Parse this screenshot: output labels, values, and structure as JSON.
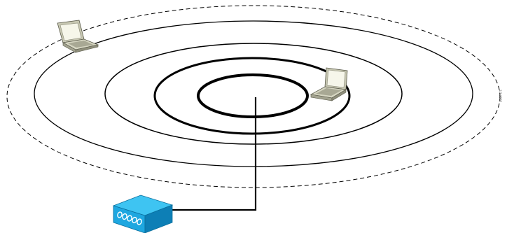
{
  "figure_id": "1/1-1000",
  "zones": [
    {
      "name": "outer-coverage-dashed",
      "style": "dashed"
    },
    {
      "name": "ring-4",
      "style": "solid-thin"
    },
    {
      "name": "ring-3",
      "style": "solid-thin"
    },
    {
      "name": "ring-2",
      "style": "solid-medium"
    },
    {
      "name": "ring-1",
      "style": "solid-thick"
    }
  ],
  "devices": [
    {
      "type": "laptop",
      "location": "outer"
    },
    {
      "type": "laptop",
      "location": "inner"
    },
    {
      "type": "access-point"
    }
  ],
  "colors": {
    "line": "#000000",
    "ap_front": "#1ea7e0",
    "ap_top": "#3ec4f2",
    "ap_side": "#0d7fb6",
    "laptop_body": "#c7c7b2",
    "laptop_screen": "#f6f6ea"
  }
}
